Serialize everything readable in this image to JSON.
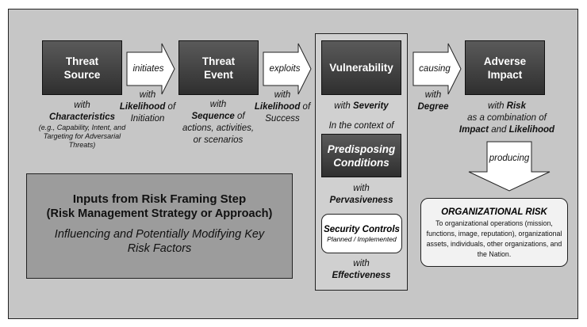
{
  "threat_source": {
    "title_l1": "Threat",
    "title_l2": "Source",
    "with": "with",
    "attribute": "Characteristics",
    "examples_l1": "(e.g., Capability, Intent, and",
    "examples_l2": "Targeting for Adversarial",
    "examples_l3": "Threats)"
  },
  "arrow_initiates": {
    "label": "initiates",
    "with": "with",
    "attr": "Likelihood",
    "of": "of",
    "line2": "Initiation"
  },
  "threat_event": {
    "title_l1": "Threat",
    "title_l2": "Event",
    "with": "with",
    "attr": "Sequence",
    "of": "of",
    "line3": "actions, activities,",
    "line4": "or scenarios"
  },
  "arrow_exploits": {
    "label": "exploits",
    "with": "with",
    "attr": "Likelihood",
    "of": "of",
    "line2": "Success"
  },
  "vulnerability": {
    "title": "Vulnerability",
    "with": "with",
    "attr": "Severity",
    "context": "In the context of"
  },
  "predisposing": {
    "title_l1": "Predisposing",
    "title_l2": "Conditions",
    "with": "with",
    "attr": "Pervasiveness"
  },
  "security_controls": {
    "title": "Security Controls",
    "subtitle": "Planned / Implemented",
    "with": "with",
    "attr": "Effectiveness"
  },
  "arrow_causing": {
    "label": "causing",
    "with": "with",
    "attr": "Degree"
  },
  "adverse_impact": {
    "title_l1": "Adverse",
    "title_l2": "Impact",
    "with": "with",
    "attr": "Risk",
    "line2": "as a combination of",
    "attr2": "Impact",
    "and": "and",
    "attr3": "Likelihood"
  },
  "arrow_producing": {
    "label": "producing"
  },
  "org_risk": {
    "title": "ORGANIZATIONAL RISK",
    "body_l1": "To organizational operations (mission,",
    "body_l2": "functions, image, reputation), organizational",
    "body_l3": "assets, individuals, other organizations, and",
    "body_l4": "the Nation."
  },
  "risk_framing": {
    "title_l1": "Inputs from Risk Framing Step",
    "title_l2": "(Risk Management Strategy or Approach)",
    "sub_l1": "Influencing and Potentially Modifying Key",
    "sub_l2": "Risk Factors"
  }
}
